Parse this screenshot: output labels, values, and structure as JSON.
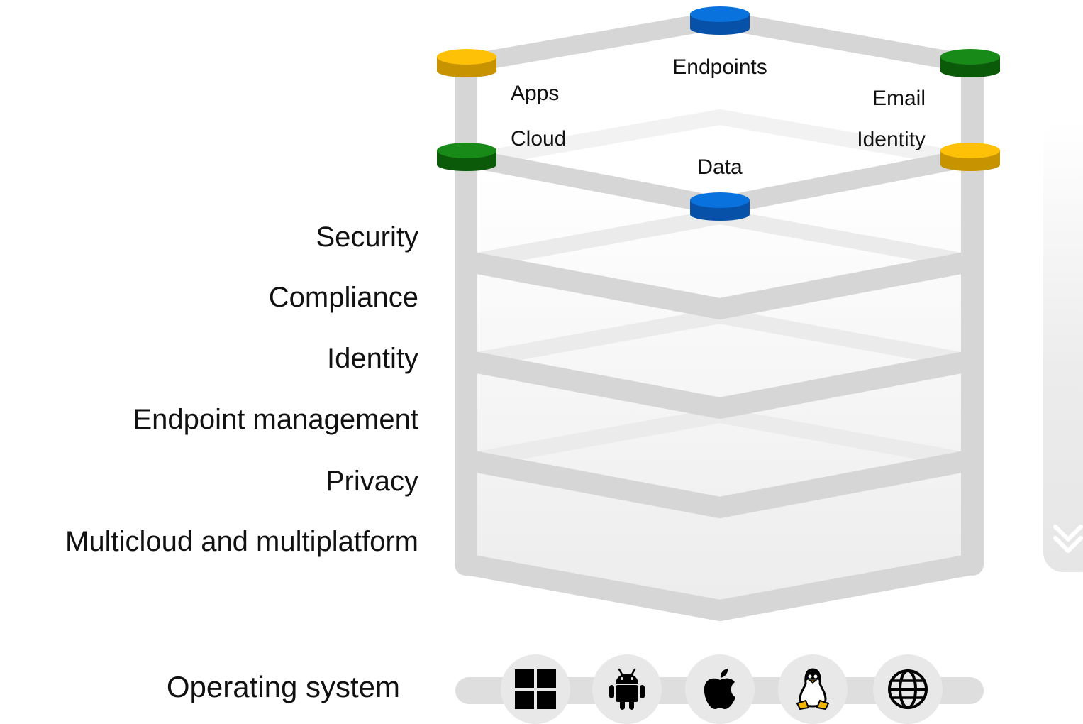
{
  "top_nodes": {
    "endpoints": "Endpoints",
    "apps": "Apps",
    "email": "Email",
    "cloud": "Cloud",
    "identity": "Identity",
    "data": "Data"
  },
  "layers": [
    "Security",
    "Compliance",
    "Identity",
    "Endpoint management",
    "Privacy",
    "Multicloud and multiplatform"
  ],
  "operating_system": {
    "label": "Operating system",
    "platforms": [
      {
        "icon": "windows-icon"
      },
      {
        "icon": "android-icon"
      },
      {
        "icon": "apple-icon"
      },
      {
        "icon": "linux-icon"
      },
      {
        "icon": "globe-icon"
      }
    ]
  },
  "colors": {
    "blue": "#0a6fd6",
    "yellow": "#f7bd00",
    "green": "#137a13",
    "frame": "#d6d6d6"
  },
  "icons": {
    "scroll": "chevron-double-down-icon"
  }
}
